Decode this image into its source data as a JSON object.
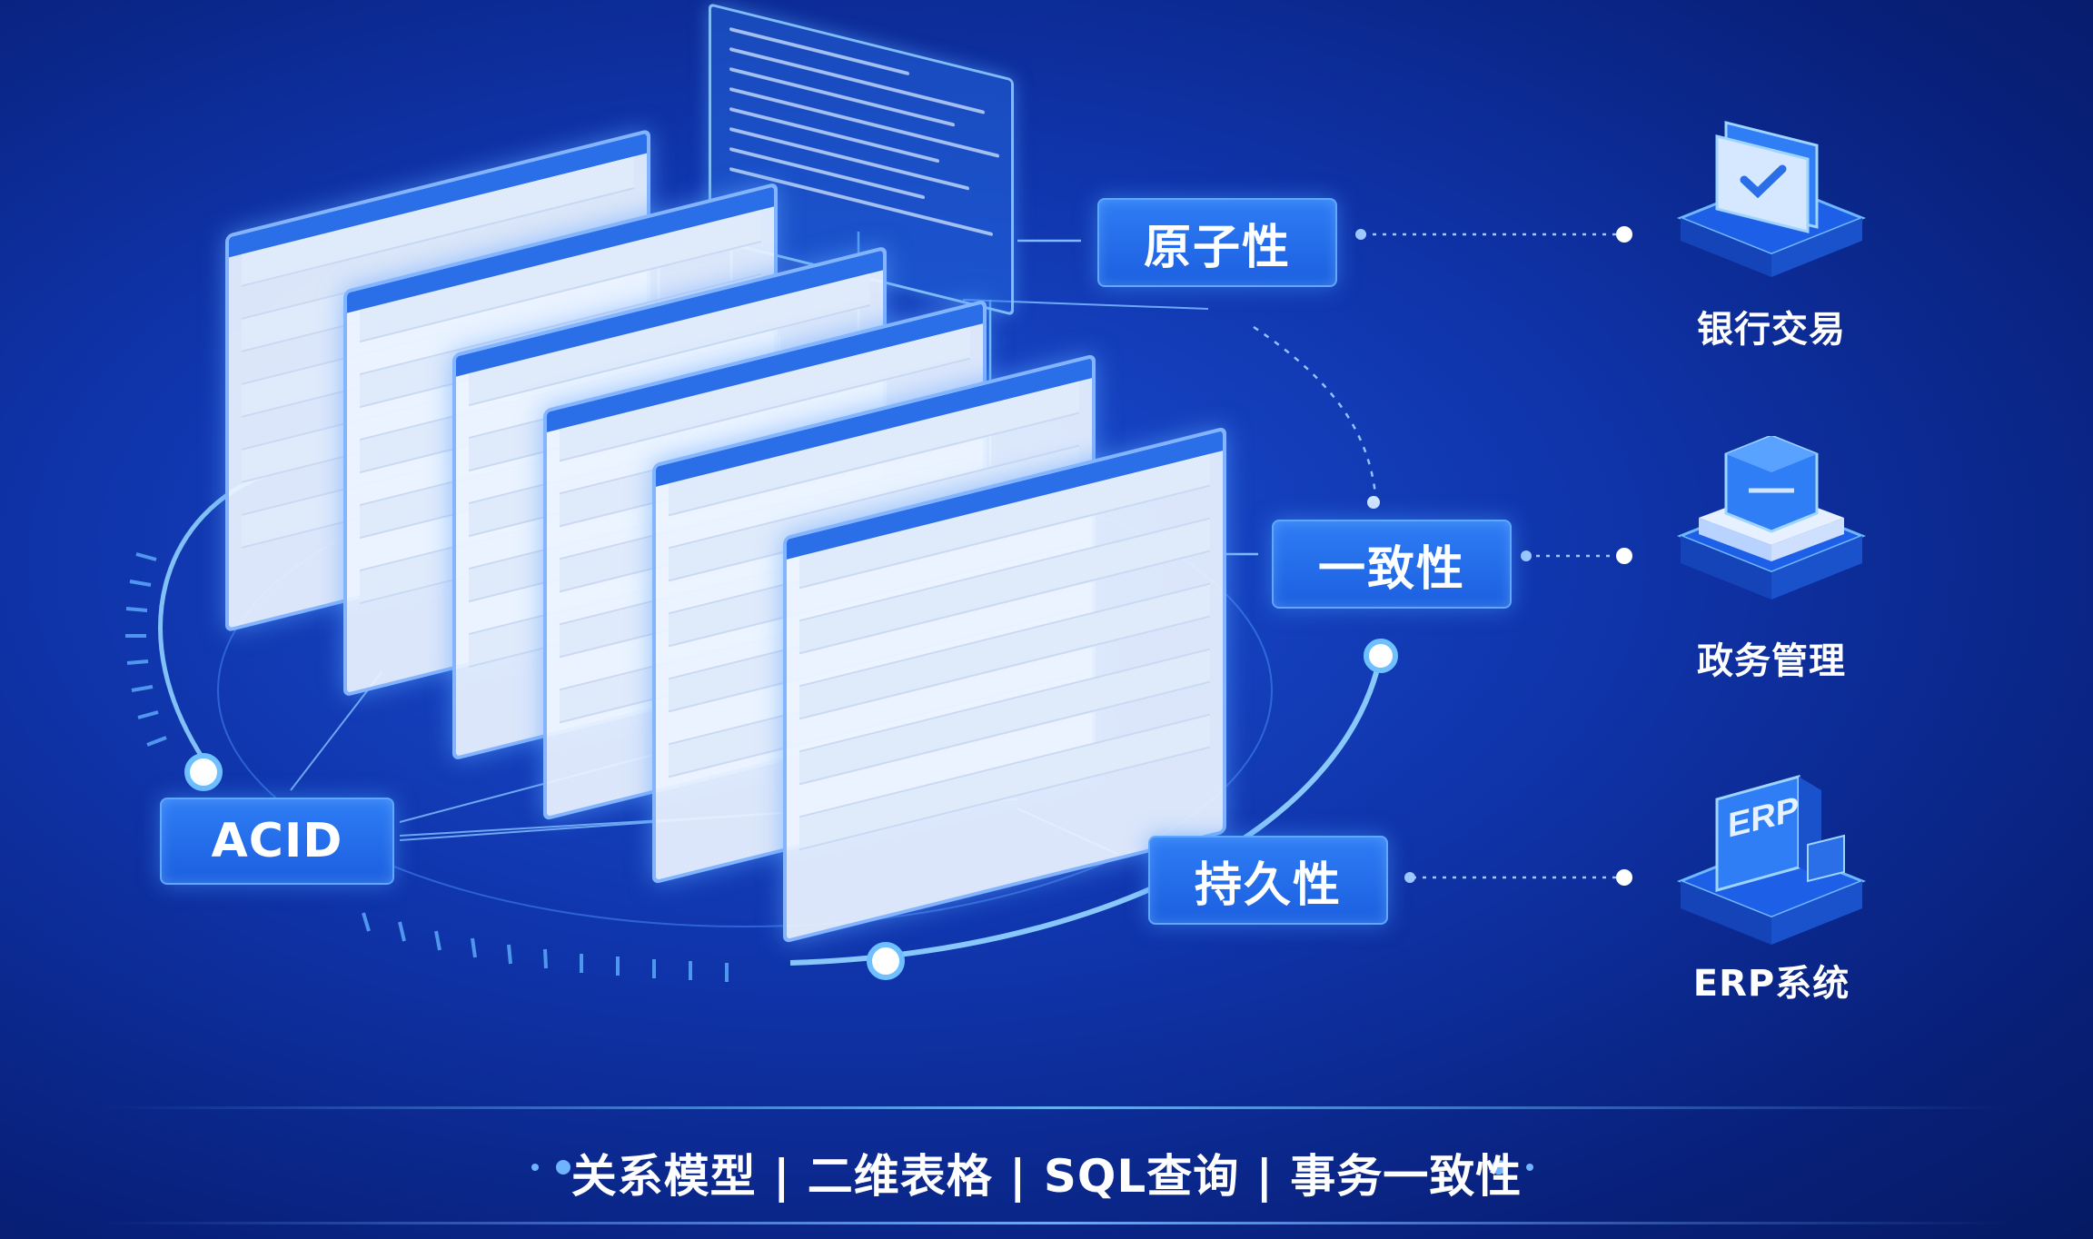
{
  "acid_pill": {
    "label": "ACID"
  },
  "properties": [
    {
      "label": "原子性"
    },
    {
      "label": "一致性"
    },
    {
      "label": "持久性"
    }
  ],
  "applications": [
    {
      "label": "银行交易",
      "icon": "checkmark-screen-icon"
    },
    {
      "label": "政务管理",
      "icon": "server-stack-icon"
    },
    {
      "label": "ERP系统",
      "icon": "erp-box-icon",
      "icon_text": "ERP"
    }
  ],
  "footer": {
    "text": "关系模型 | 二维表格 | SQL查询 | 事务一致性"
  },
  "colors": {
    "accent": "#2a6fe8",
    "glow": "#7cc4ff",
    "background": "#0f33a8"
  }
}
